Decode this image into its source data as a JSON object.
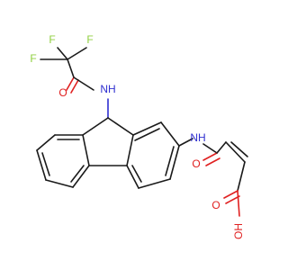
{
  "diagram": {
    "atoms": {
      "f_top_left": "F",
      "f_top_right": "F",
      "f_left": "F",
      "o_amide_left": "O",
      "nh_top": "NH",
      "nh_right": "NH",
      "o_amide_right": "O",
      "o_acid": "O",
      "oh_acid": "OH"
    },
    "colors": {
      "bond": "#1a1a1a",
      "oxygen": "#e02020",
      "nitrogen": "#2f2fd0",
      "fluorine": "#8fcf3f"
    }
  }
}
